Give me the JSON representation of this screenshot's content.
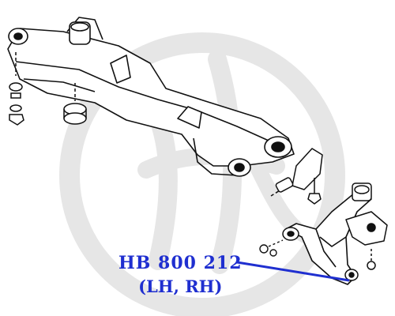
{
  "callout": {
    "part_number": "HB 800 212",
    "side_note": "(LH, RH)"
  },
  "colors": {
    "line_art": "#111111",
    "callout_text": "#1f2fd0",
    "leader_line": "#1f2fd0",
    "watermark": "#e6e6e6"
  },
  "watermark": {
    "kind": "brand logo",
    "lettering": "Hr"
  }
}
